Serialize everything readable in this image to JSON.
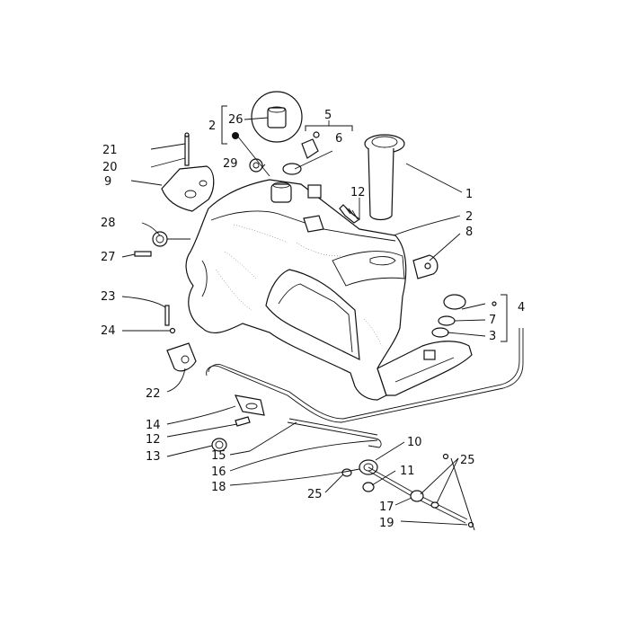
{
  "labels": {
    "l1": "1",
    "l2a": "2",
    "l2b": "2",
    "l3": "3",
    "l4": "4",
    "l5": "5",
    "l6": "6",
    "l7": "7",
    "l8": "8",
    "l9": "9",
    "l10": "10",
    "l11": "11",
    "l12a": "12",
    "l12b": "12",
    "l13": "13",
    "l14": "14",
    "l15": "15",
    "l16": "16",
    "l17": "17",
    "l18": "18",
    "l19": "19",
    "l20": "20",
    "l21": "21",
    "l22": "22",
    "l23": "23",
    "l24": "24",
    "l25a": "25",
    "l25b": "25",
    "l26": "26",
    "l27": "27",
    "l28": "28",
    "l29": "29"
  }
}
